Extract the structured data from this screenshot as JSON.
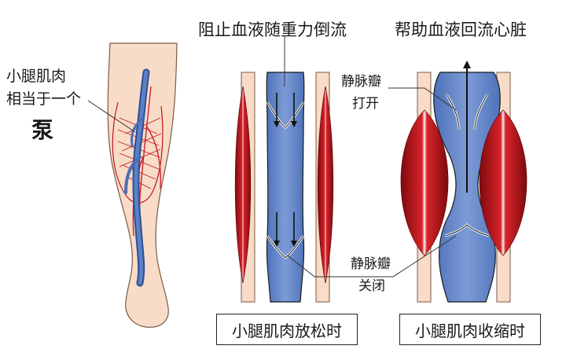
{
  "headings": {
    "prevent_backflow": "阻止血液随重力倒流",
    "assist_return": "帮助血液回流心脏"
  },
  "side_label": {
    "line1": "小腿肌肉",
    "line2": "相当于一个",
    "line3": "泵"
  },
  "valve_labels": {
    "open_line1": "静脉瓣",
    "open_line2": "打开",
    "closed_line1": "静脉瓣",
    "closed_line2": "关闭"
  },
  "captions": {
    "relaxed": "小腿肌肉放松时",
    "contracted": "小腿肌肉收缩时"
  },
  "colors": {
    "skin": "#f8dcc8",
    "skin_outline": "#7a5a48",
    "muscle": "#c0161a",
    "muscle_dark": "#8e0b10",
    "vein": "#5b80c4",
    "vein_light": "#8fa8da",
    "vein_dark": "#2d4f94",
    "artery": "#cc1f2a",
    "line": "#1a1a1a"
  }
}
